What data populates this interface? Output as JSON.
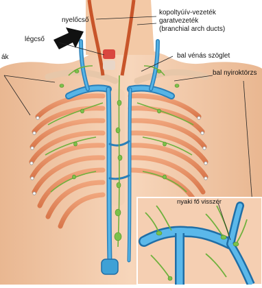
{
  "labels": {
    "esophagus": "nyelőcső",
    "branchial_line1": "kopoltyúív-vezeték",
    "branchial_line2": "garatvezeték",
    "branchial_line3": "(branchial arch ducts)",
    "trachea": "légcső",
    "left_venous_angle": "bal vénás szöglet",
    "left_lymph_trunk": "bal nyiroktörzs",
    "left_partial": "ák",
    "inset_vein": "nyaki fő visszér"
  },
  "colors": {
    "skin": "#f3c9a6",
    "skin_shadow": "#e2a983",
    "rib": "#e28a5c",
    "vein": "#3fa1d6",
    "vein_dark": "#1f6ea6",
    "lymph": "#7cc14a",
    "esophagus": "#c8552a",
    "trachea": "#d9463f",
    "arrow": "#111111"
  },
  "icons": {
    "pointer": "black-arrow-icon"
  }
}
